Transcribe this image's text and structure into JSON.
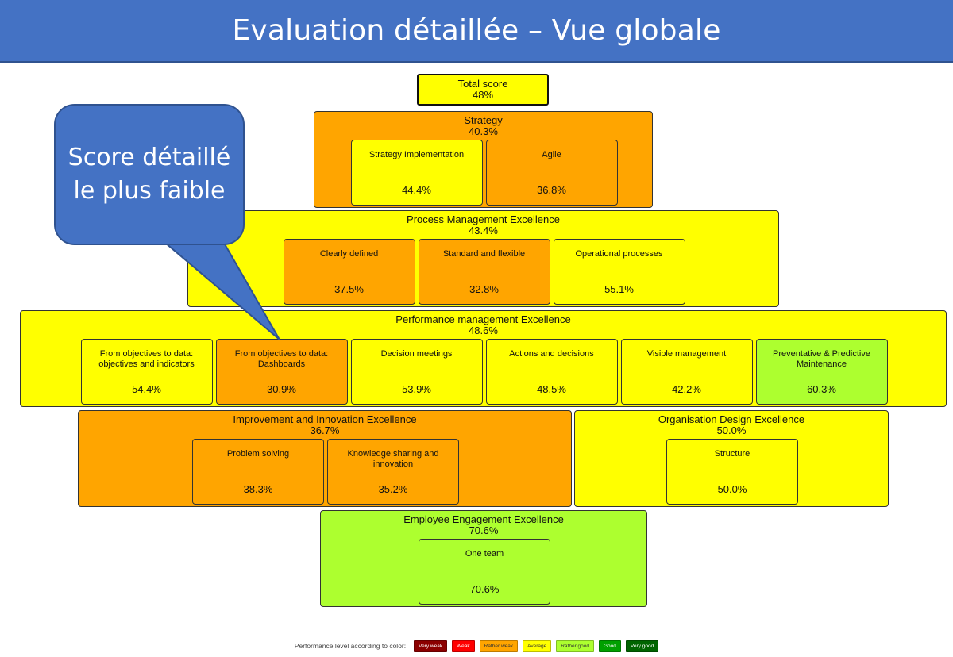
{
  "title": "Evaluation détaillée – Vue globale",
  "total": {
    "name": "Total score",
    "value": "48%",
    "color": "#ffff00"
  },
  "categories": [
    {
      "name": "Strategy",
      "value": "40.3%",
      "color": "#ffa500",
      "subs": [
        {
          "name": "Strategy Implementation",
          "value": "44.4%",
          "color": "#ffff00"
        },
        {
          "name": "Agile",
          "value": "36.8%",
          "color": "#ffa500"
        }
      ]
    },
    {
      "name": "Process Management Excellence",
      "value": "43.4%",
      "color": "#ffff00",
      "subs": [
        {
          "name": "Clearly defined",
          "value": "37.5%",
          "color": "#ffa500"
        },
        {
          "name": "Standard and flexible",
          "value": "32.8%",
          "color": "#ffa500"
        },
        {
          "name": "Operational processes",
          "value": "55.1%",
          "color": "#ffff00"
        }
      ]
    },
    {
      "name": "Performance management Excellence",
      "value": "48.6%",
      "color": "#ffff00",
      "subs": [
        {
          "name": "From objectives to data: objectives and indicators",
          "value": "54.4%",
          "color": "#ffff00"
        },
        {
          "name": "From objectives to data: Dashboards",
          "value": "30.9%",
          "color": "#ffa500"
        },
        {
          "name": "Decision meetings",
          "value": "53.9%",
          "color": "#ffff00"
        },
        {
          "name": "Actions and decisions",
          "value": "48.5%",
          "color": "#ffff00"
        },
        {
          "name": "Visible management",
          "value": "42.2%",
          "color": "#ffff00"
        },
        {
          "name": "Preventative & Predictive Maintenance",
          "value": "60.3%",
          "color": "#adff2f"
        }
      ]
    },
    {
      "name": "Improvement and Innovation Excellence",
      "value": "36.7%",
      "color": "#ffa500",
      "subs": [
        {
          "name": "Problem solving",
          "value": "38.3%",
          "color": "#ffa500"
        },
        {
          "name": "Knowledge sharing and innovation",
          "value": "35.2%",
          "color": "#ffa500"
        }
      ]
    },
    {
      "name": "Organisation Design Excellence",
      "value": "50.0%",
      "color": "#ffff00",
      "subs": [
        {
          "name": "Structure",
          "value": "50.0%",
          "color": "#ffff00"
        }
      ]
    },
    {
      "name": "Employee Engagement Excellence",
      "value": "70.6%",
      "color": "#adff2f",
      "subs": [
        {
          "name": "One team",
          "value": "70.6%",
          "color": "#adff2f"
        }
      ]
    }
  ],
  "callout": {
    "text": "Score détaillé le plus faible",
    "color": "#4472c4"
  },
  "legend": {
    "label": "Performance level according to color:",
    "items": [
      {
        "label": "Very weak",
        "color": "#8b0000",
        "text_color": "#ffffff"
      },
      {
        "label": "Weak",
        "color": "#ff0000",
        "text_color": "#ffffff"
      },
      {
        "label": "Rather weak",
        "color": "#ffa500",
        "text_color": "#333333"
      },
      {
        "label": "Average",
        "color": "#ffff00",
        "text_color": "#333333"
      },
      {
        "label": "Rather good",
        "color": "#adff2f",
        "text_color": "#333333"
      },
      {
        "label": "Good",
        "color": "#00a000",
        "text_color": "#ffffff"
      },
      {
        "label": "Very good",
        "color": "#006400",
        "text_color": "#ffffff"
      }
    ]
  }
}
